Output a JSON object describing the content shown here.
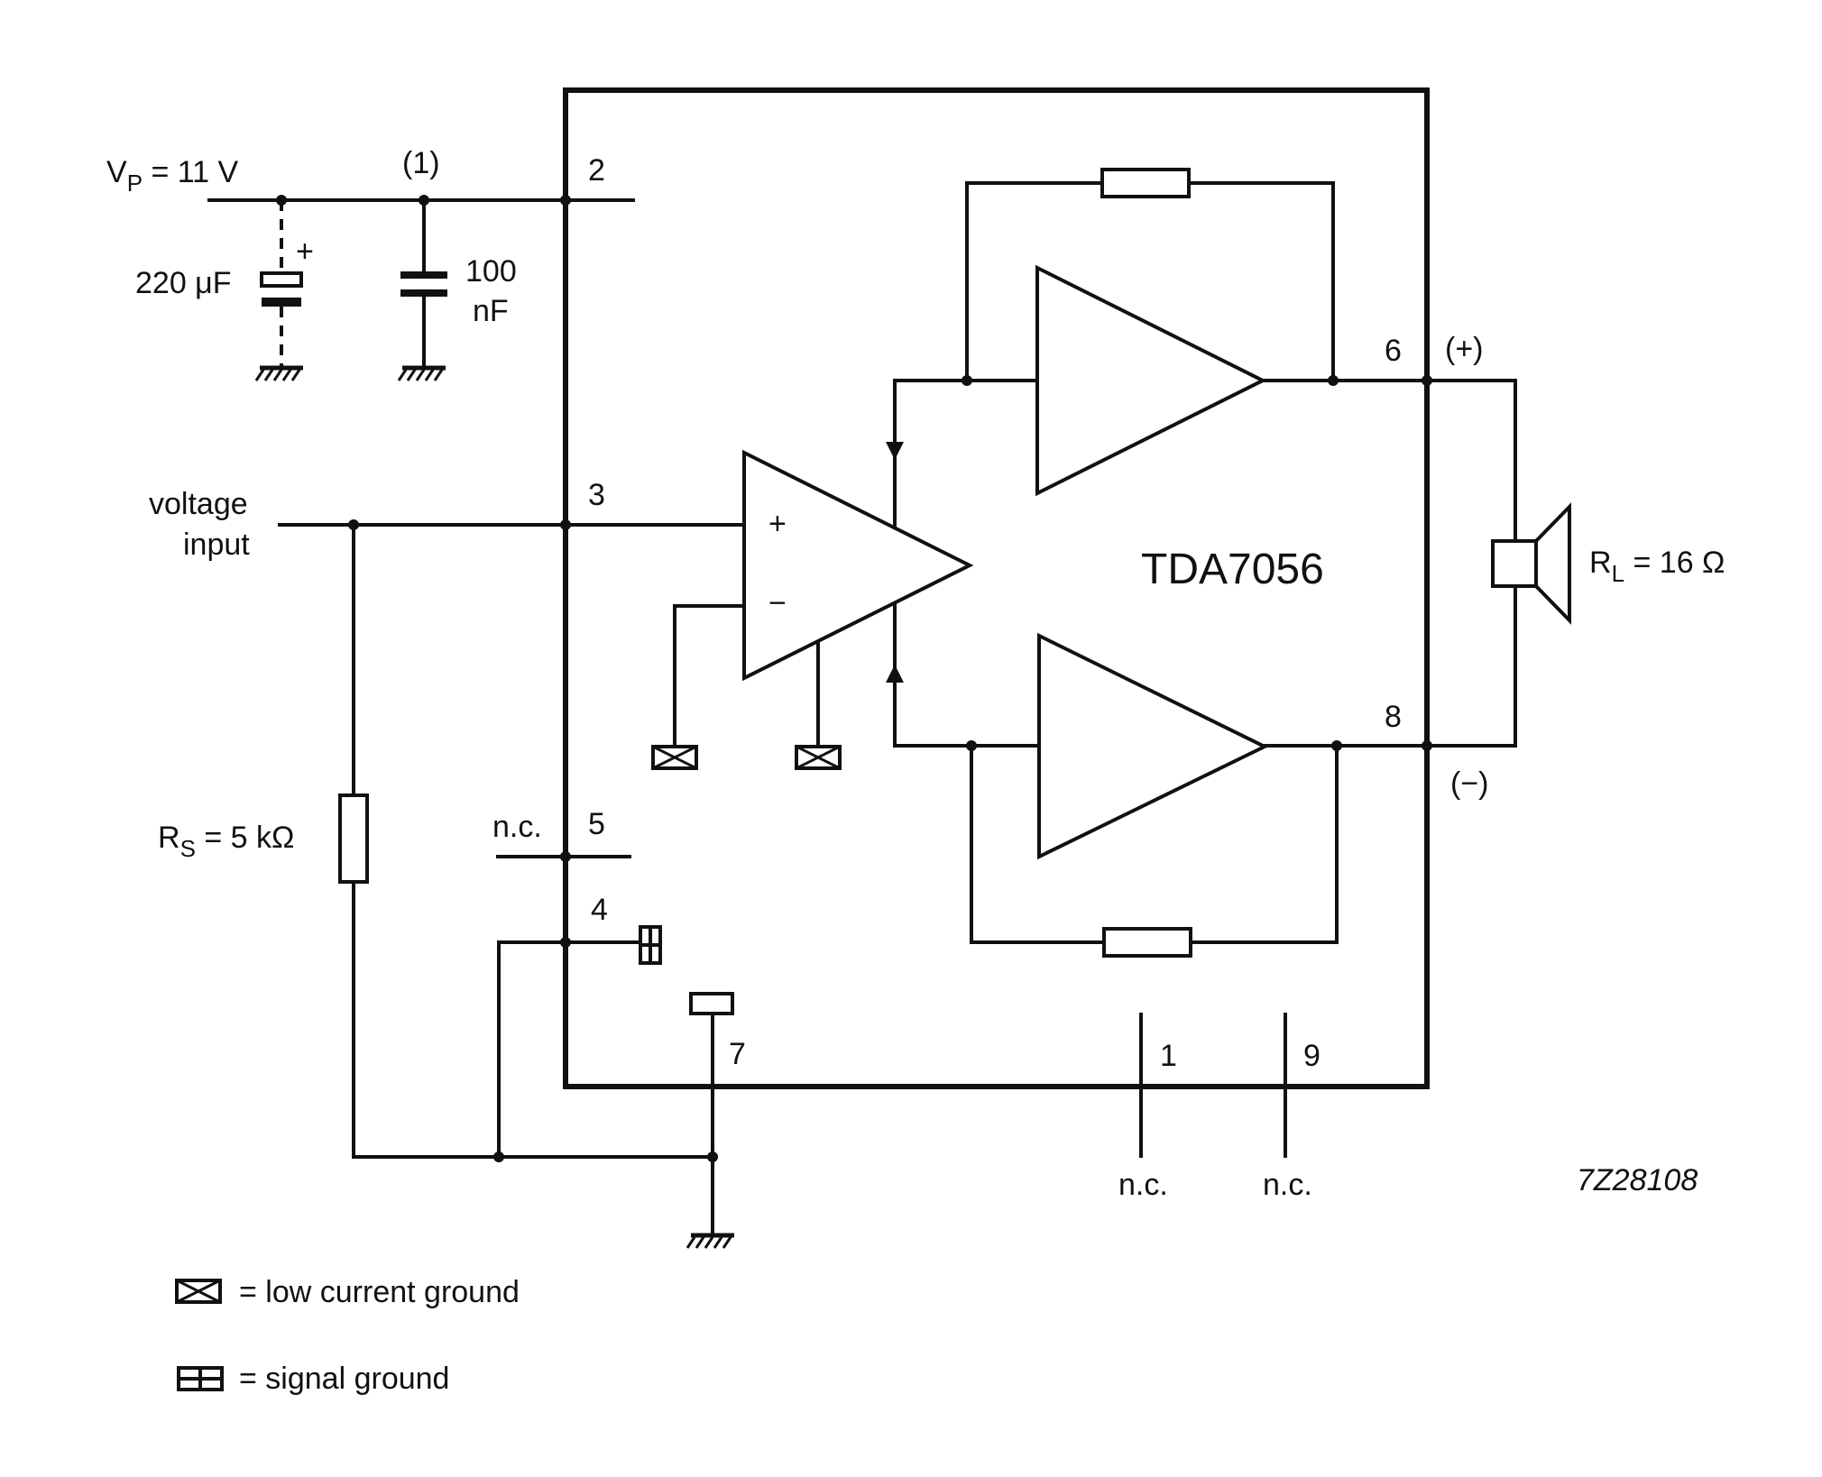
{
  "ic": {
    "name": "TDA7056"
  },
  "supply": {
    "label_main": "V",
    "label_sub": "P",
    "label_value": " = 11 V",
    "note": "(1)"
  },
  "capacitors": {
    "electrolytic": "220 μF",
    "polarity": "+",
    "ceramic_value": "100",
    "ceramic_unit": "nF"
  },
  "input": {
    "line1": "voltage",
    "line2": "input"
  },
  "source_resistor": {
    "label_main": "R",
    "label_sub": "S",
    "label_value": " = 5 kΩ"
  },
  "load": {
    "label_main": "R",
    "label_sub": "L",
    "label_value": " = 16 Ω"
  },
  "opamp": {
    "plus": "+",
    "minus": "−"
  },
  "pins": {
    "p2": "2",
    "p3": "3",
    "p5": "5",
    "p4": "4",
    "p7": "7",
    "p6": "6",
    "p8": "8",
    "p1": "1",
    "p9": "9"
  },
  "polarity": {
    "pos": "(+)",
    "neg": "(−)"
  },
  "nc": {
    "p5": "n.c.",
    "p1": "n.c.",
    "p9": "n.c."
  },
  "figure_code": "7Z28108",
  "legend": [
    {
      "symbol": "low-current-ground",
      "text": "= low current ground"
    },
    {
      "symbol": "signal-ground",
      "text": "= signal ground"
    }
  ]
}
